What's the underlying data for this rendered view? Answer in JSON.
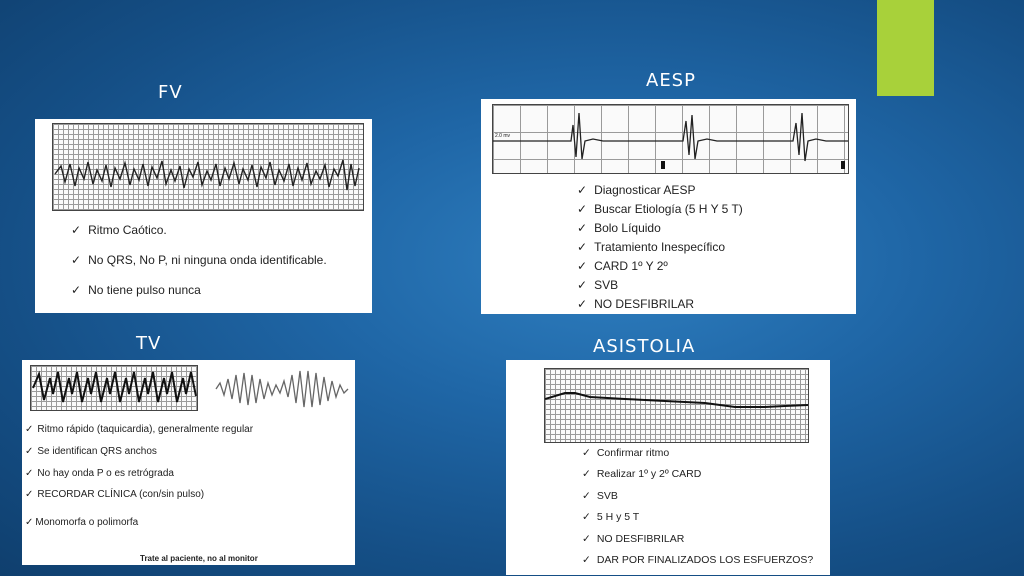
{
  "colors": {
    "accent": "#a8d13a",
    "background": "#1f66a6"
  },
  "titles": {
    "fv": "FV",
    "aesp": "AESP",
    "tv": "TV",
    "asistolia": "ASISTOLIA"
  },
  "fv": {
    "items": [
      "Ritmo Caótico.",
      "No QRS, No P, ni ninguna onda identificable.",
      "No tiene pulso nunca"
    ]
  },
  "aesp": {
    "strip_label": "2.0 mv",
    "items": [
      "Diagnosticar AESP",
      "Buscar Etiología (5 H Y 5 T)",
      "Bolo Líquido",
      "Tratamiento Inespecífico",
      "CARD 1º Y 2º",
      "SVB",
      "NO DESFIBRILAR"
    ]
  },
  "tv": {
    "items": [
      "Ritmo rápido (taquicardia), generalmente regular",
      "Se identifican QRS anchos",
      "No hay onda P o es retrógrada",
      "RECORDAR CLÍNICA (con/sin pulso)",
      "Monomorfa o polimorfa"
    ],
    "footer": "Trate al paciente, no al monitor"
  },
  "asistolia": {
    "items": [
      "Confirmar ritmo",
      "Realizar 1º y 2º CARD",
      "SVB",
      "5 H y 5 T",
      "NO DESFIBRILAR",
      "DAR POR FINALIZADOS LOS ESFUERZOS?"
    ]
  },
  "check_glyph": "✓"
}
